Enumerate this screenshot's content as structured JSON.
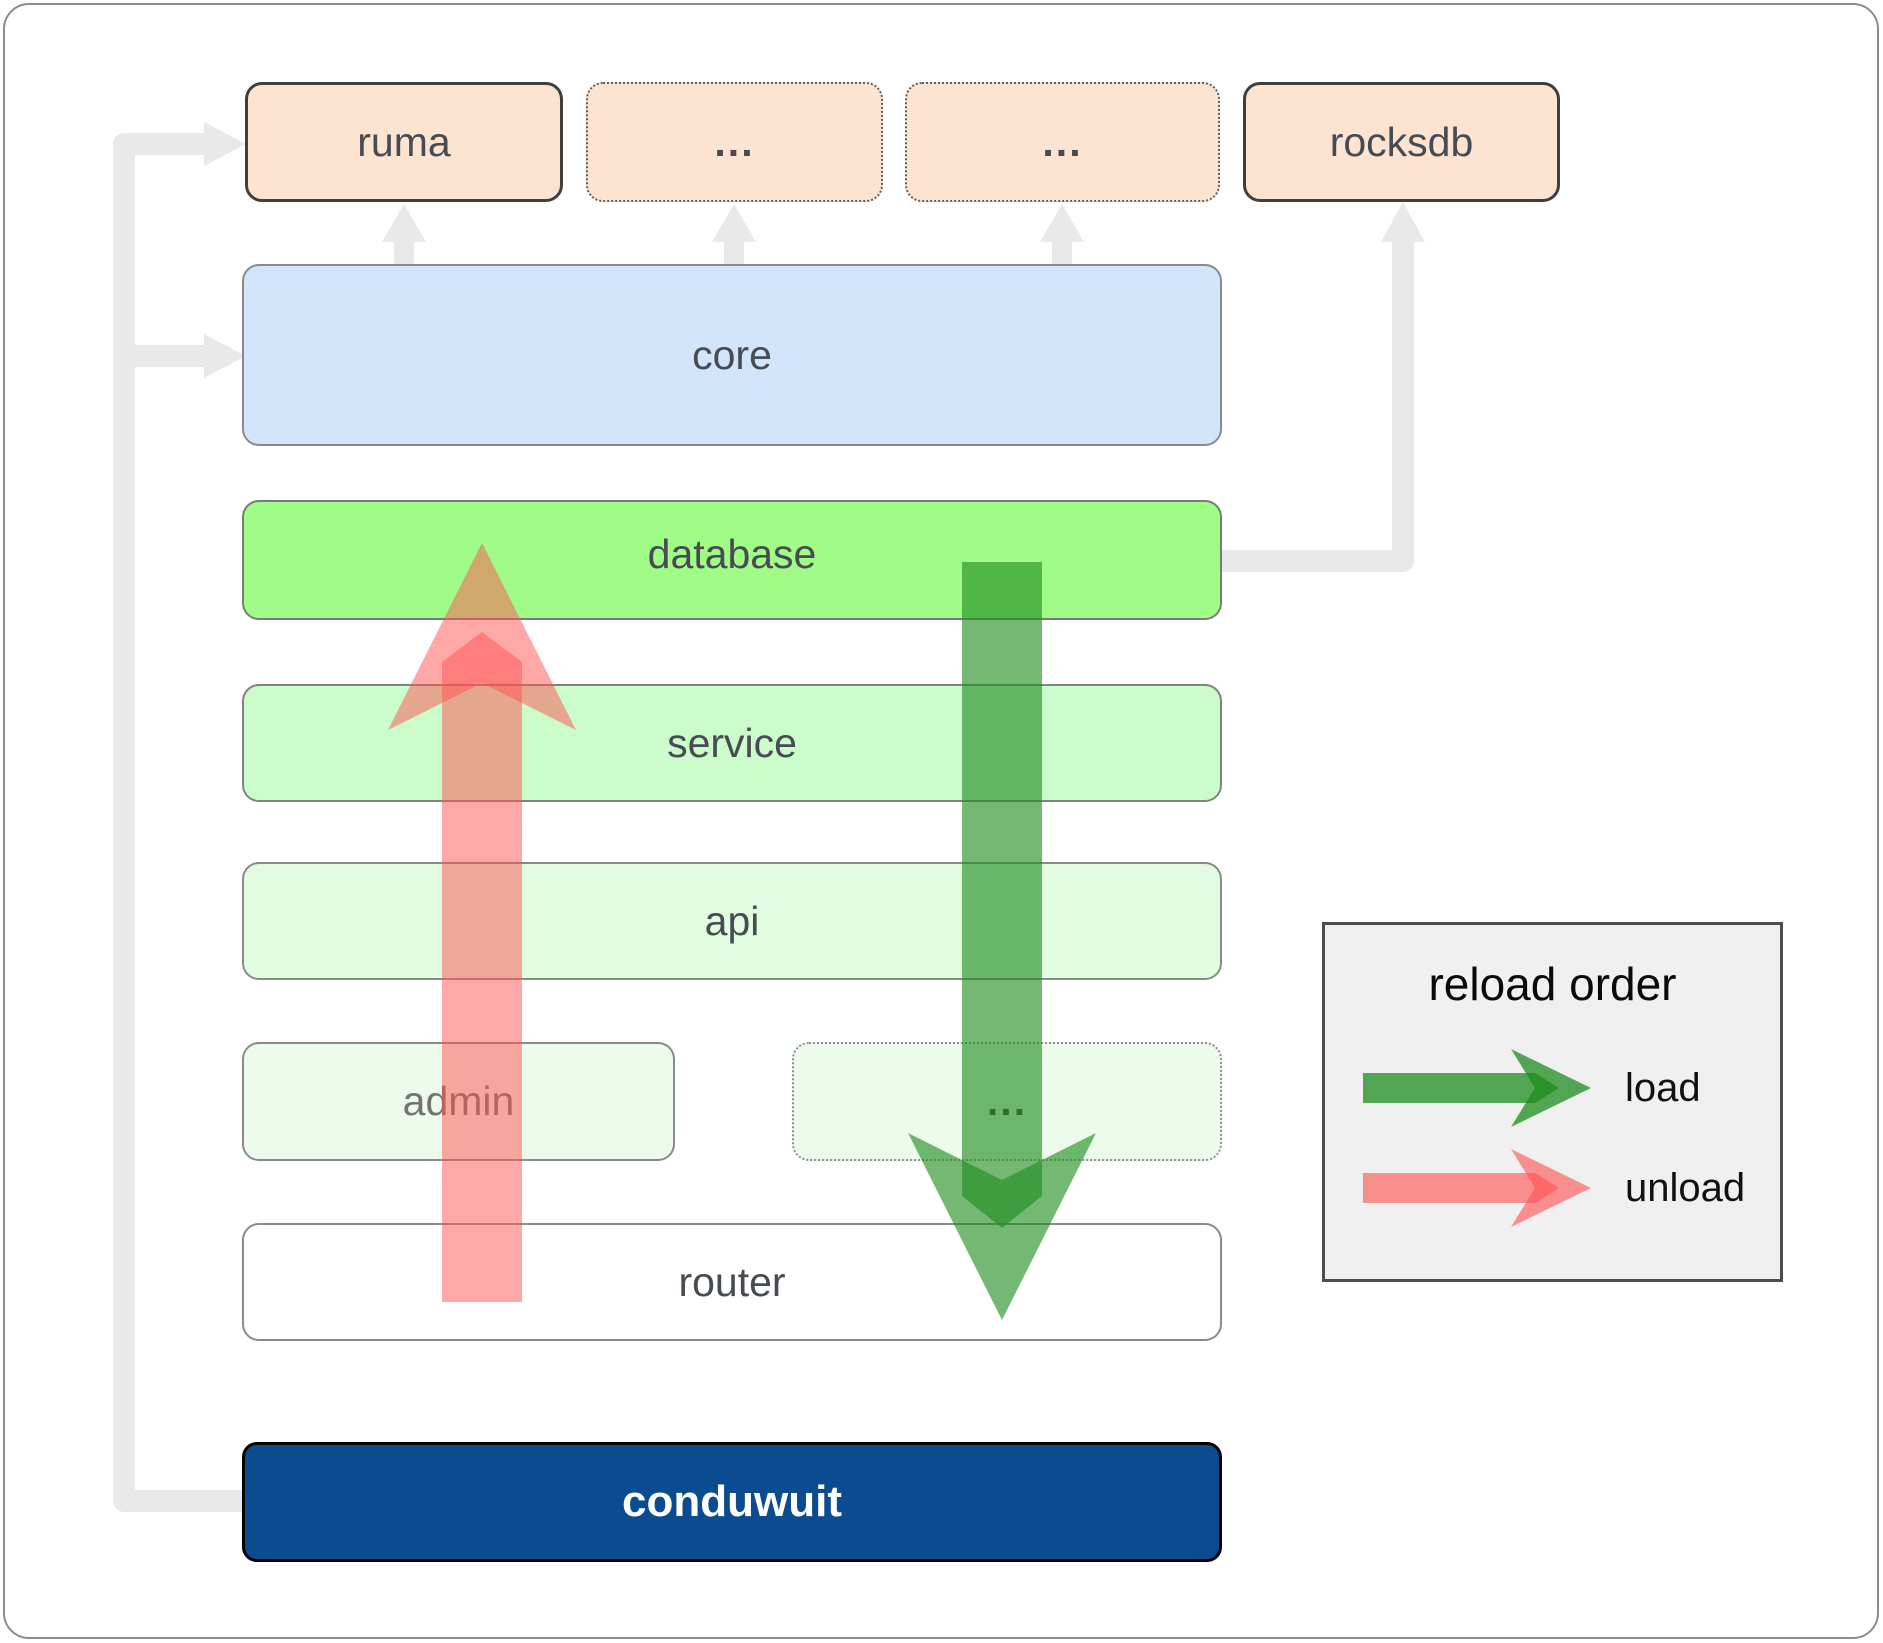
{
  "nodes": {
    "ruma": {
      "label": "ruma"
    },
    "module_a": {
      "label": "..."
    },
    "module_b": {
      "label": "..."
    },
    "rocksdb": {
      "label": "rocksdb"
    },
    "core": {
      "label": "core"
    },
    "database": {
      "label": "database"
    },
    "service": {
      "label": "service"
    },
    "api": {
      "label": "api"
    },
    "admin": {
      "label": "admin"
    },
    "admin_more": {
      "label": "..."
    },
    "router": {
      "label": "router"
    },
    "conduwuit": {
      "label": "conduwuit"
    }
  },
  "legend": {
    "title": "reload order",
    "items": [
      {
        "id": "load",
        "label": "load",
        "color": "#1e8c1e"
      },
      {
        "id": "unload",
        "label": "unload",
        "color": "#ff5252"
      }
    ]
  },
  "arrows": {
    "load_color": "#1e8c1e",
    "unload_color": "#ff5252",
    "connector_color": "#e9e9e9"
  },
  "colors": {
    "module_fill": "#fce4d1",
    "module_border": "#3f3f3f",
    "core_fill": "#d2e5fb",
    "database_fill": "#a0fc87",
    "service_fill": "#ccfccc",
    "api_fill": "#e1fce1",
    "admin_fill": "#ecfbec",
    "router_fill": "#ffffff",
    "app_fill": "#0a4c8f",
    "legend_fill": "#f0f0f0",
    "label_color": "#474b52"
  }
}
